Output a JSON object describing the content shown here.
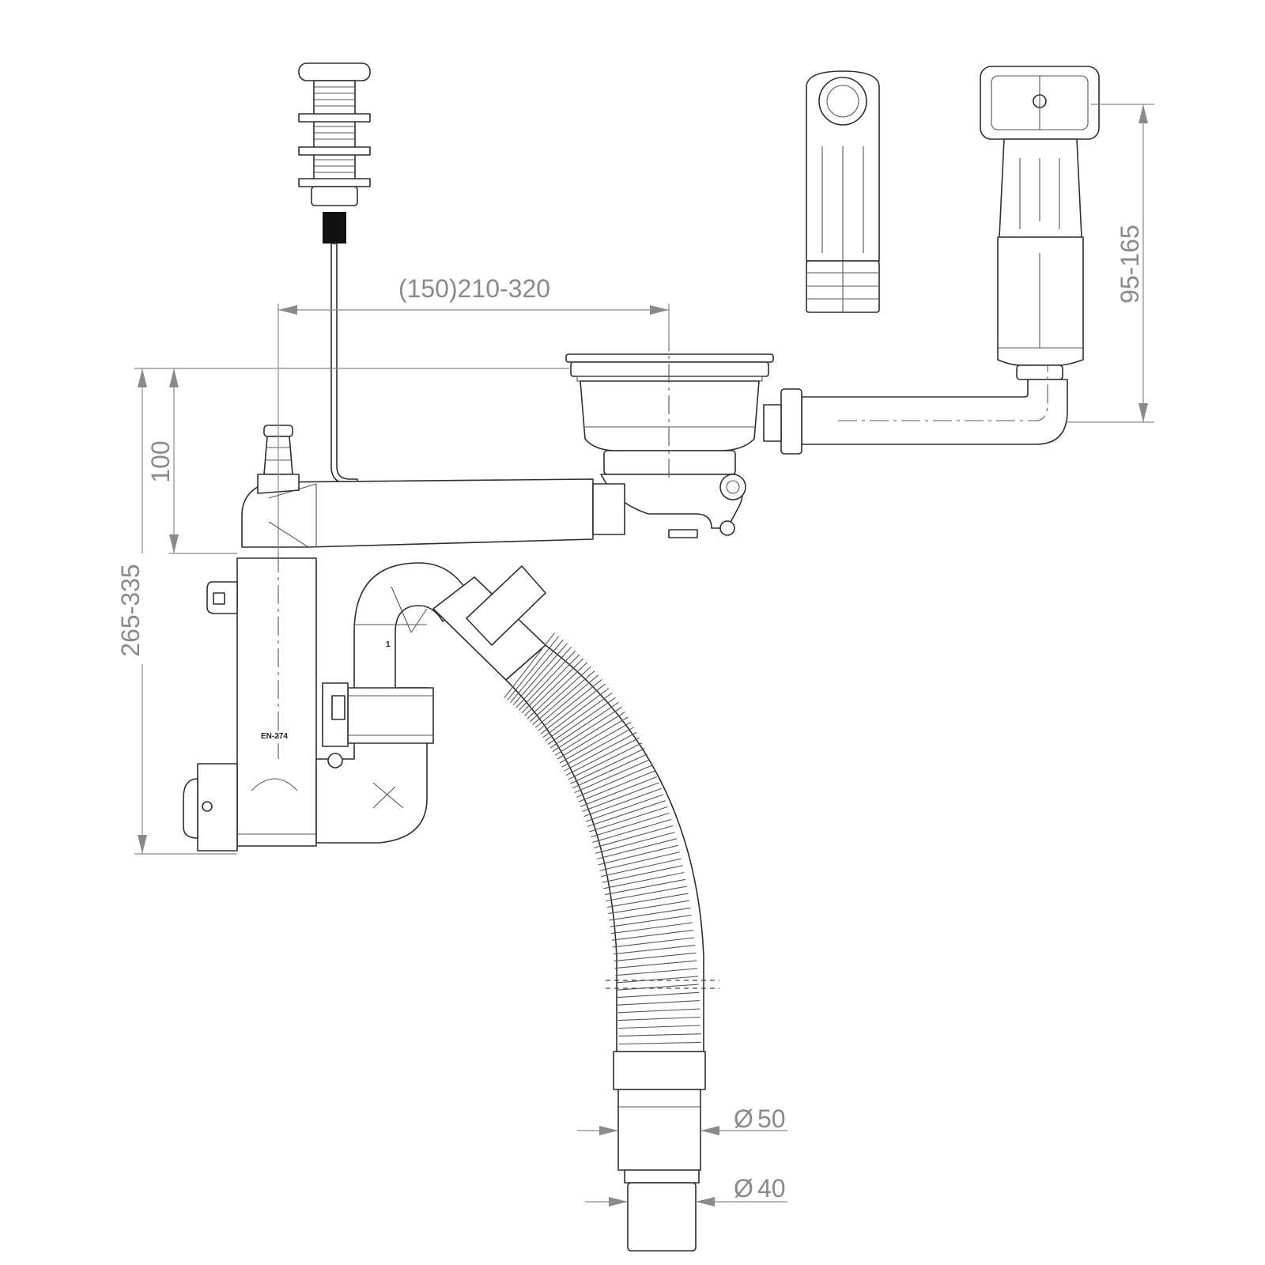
{
  "dimensions": {
    "horizontal_spacing": "(150)210-320",
    "height_short": "100",
    "height_total": "265-335",
    "overflow_height": "95-165",
    "diameter_outer": "50",
    "diameter_inner": "40",
    "diameter_symbol": "Ø"
  },
  "labels": {
    "trap_standard": "EN-274",
    "part_number": "1"
  }
}
